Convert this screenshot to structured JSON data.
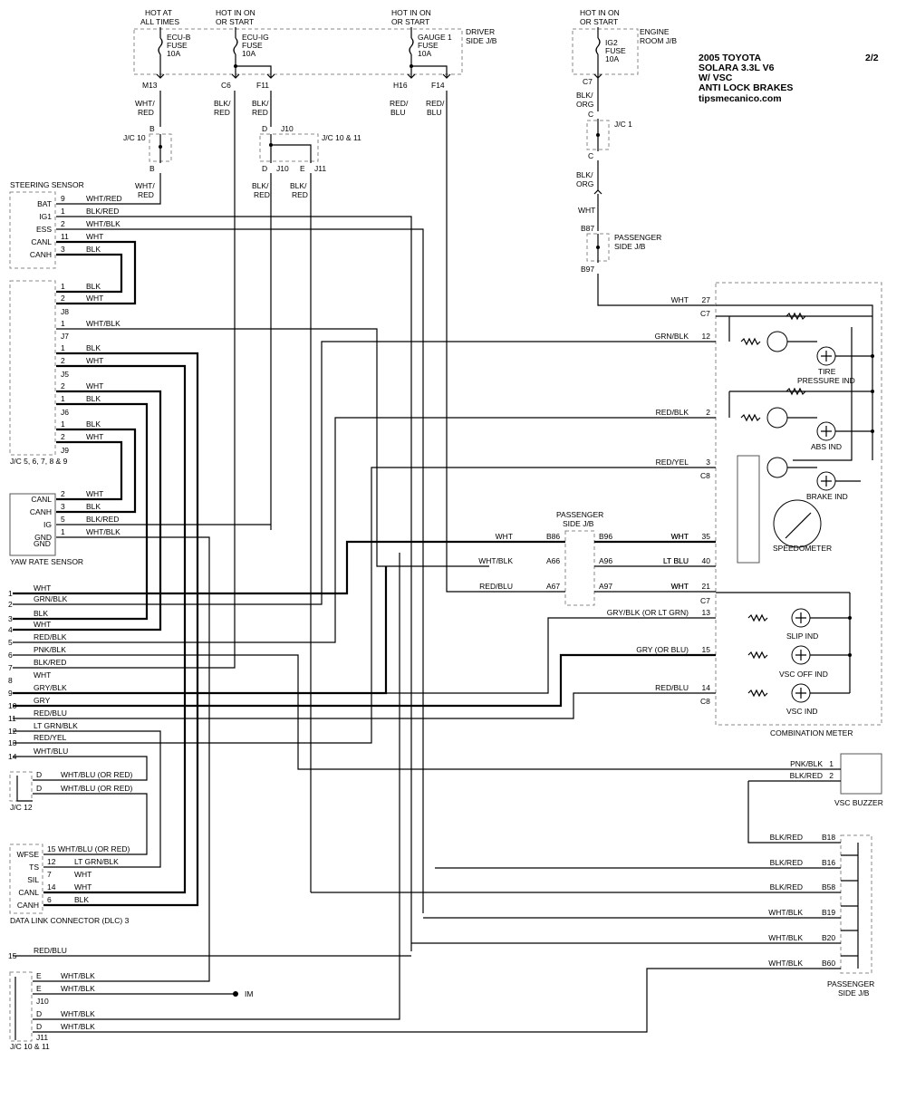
{
  "header": {
    "title_lines": [
      "2005 TOYOTA",
      "SOLARA  3.3L V6",
      "W/  VSC",
      "ANTI LOCK BRAKES",
      "tipsmecanico.com"
    ],
    "page": "2/2"
  },
  "power_sources": [
    {
      "hot": [
        "HOT AT",
        "ALL TIMES"
      ],
      "fuse": [
        "ECU-B",
        "FUSE",
        "10A"
      ],
      "pin": "M13",
      "wire": [
        "WHT/",
        "RED"
      ]
    },
    {
      "hot": [
        "HOT IN ON",
        "OR START"
      ],
      "fuse": [
        "ECU-IG",
        "FUSE",
        "10A"
      ],
      "pin": "C6",
      "wire": [
        "BLK/",
        "RED"
      ]
    },
    {
      "hot": [],
      "fuse": [],
      "pin": "F11",
      "wire": [
        "BLK/",
        "RED"
      ]
    },
    {
      "hot": [
        "HOT IN ON",
        "OR START"
      ],
      "fuse": [
        "GAUGE 1",
        "FUSE",
        "10A"
      ],
      "pin": "H16",
      "wire": [
        "RED/",
        "BLU"
      ]
    },
    {
      "hot": [],
      "fuse": [],
      "pin": "F14",
      "wire": [
        "RED/",
        "BLU"
      ]
    },
    {
      "hot": [
        "HOT IN ON",
        "OR START"
      ],
      "fuse": [
        "IG2",
        "FUSE",
        "10A"
      ],
      "pin": "C7",
      "wire": [
        "BLK/",
        "ORG"
      ]
    }
  ],
  "boxes": {
    "driver_jb": [
      "DRIVER",
      "SIDE J/B"
    ],
    "engine_jb": [
      "ENGINE",
      "ROOM J/B"
    ],
    "jc10": "J/C 10",
    "jc10_11": "J/C 10 & 11",
    "jc1": "J/C 1",
    "pass_jb_top": [
      "PASSENGER",
      "SIDE J/B"
    ],
    "pass_jb_mid": [
      "PASSENGER",
      "SIDE J/B"
    ],
    "pass_jb_bottom": [
      "PASSENGER",
      "SIDE J/B"
    ],
    "steering_sensor": "STEERING SENSOR",
    "jc5_9": "J/C 5, 6, 7, 8 & 9",
    "yaw_rate": "YAW RATE SENSOR",
    "jc12": "J/C 12",
    "dlc3": "DATA LINK CONNECTOR (DLC) 3",
    "jc10_11_bottom": "J/C 10 & 11",
    "combination_meter": "COMBINATION METER",
    "vsc_buzzer": "VSC BUZZER"
  },
  "misc_labels": {
    "blk_org": [
      "BLK/",
      "ORG"
    ],
    "wht": "WHT",
    "b87": "B87",
    "b97": "B97",
    "c": "C",
    "b": "B",
    "d": "D",
    "e": "E",
    "j10": "J10",
    "j11": "J11",
    "wht_red": [
      "WHT/",
      "RED"
    ],
    "blk_red": [
      "BLK/",
      "RED"
    ],
    "im": "IM"
  },
  "steering_sensor": {
    "pins": [
      {
        "name": "BAT",
        "pin": "9",
        "wire": "WHT/RED"
      },
      {
        "name": "IG1",
        "pin": "1",
        "wire": "BLK/RED"
      },
      {
        "name": "ESS",
        "pin": "2",
        "wire": "WHT/BLK"
      },
      {
        "name": "CANL",
        "pin": "11",
        "wire": "WHT"
      },
      {
        "name": "CANH",
        "pin": "3",
        "wire": "BLK"
      }
    ]
  },
  "jc_groups": [
    {
      "conn": "J8",
      "rows": [
        {
          "pin": "1",
          "wire": "BLK"
        },
        {
          "pin": "2",
          "wire": "WHT"
        }
      ]
    },
    {
      "conn": "J7",
      "rows": [
        {
          "pin": "1",
          "wire": "WHT/BLK"
        }
      ]
    },
    {
      "conn": "J5",
      "rows": [
        {
          "pin": "1",
          "wire": "BLK"
        },
        {
          "pin": "2",
          "wire": "WHT"
        }
      ]
    },
    {
      "conn": "J6",
      "rows": [
        {
          "pin": "2",
          "wire": "WHT"
        },
        {
          "pin": "1",
          "wire": "BLK"
        }
      ]
    },
    {
      "conn": "J9",
      "rows": [
        {
          "pin": "1",
          "wire": "BLK"
        },
        {
          "pin": "2",
          "wire": "WHT"
        }
      ]
    }
  ],
  "yaw_sensor": {
    "pins": [
      {
        "name": "CANL",
        "pin": "2",
        "wire": "WHT"
      },
      {
        "name": "CANH",
        "pin": "3",
        "wire": "BLK"
      },
      {
        "name": "IG",
        "pin": "5",
        "wire": "BLK/RED"
      },
      {
        "name": "GND",
        "pin": "1",
        "wire": "WHT/BLK"
      }
    ]
  },
  "abs_pins": [
    {
      "n": "1",
      "wire": "WHT"
    },
    {
      "n": "2",
      "wire": "GRN/BLK"
    },
    {
      "n": "3",
      "wire": "BLK"
    },
    {
      "n": "4",
      "wire": "WHT"
    },
    {
      "n": "5",
      "wire": "RED/BLK"
    },
    {
      "n": "6",
      "wire": "PNK/BLK"
    },
    {
      "n": "7",
      "wire": "BLK/RED"
    },
    {
      "n": "8",
      "wire": "WHT"
    },
    {
      "n": "9",
      "wire": "GRY/BLK"
    },
    {
      "n": "10",
      "wire": "GRY"
    },
    {
      "n": "11",
      "wire": "RED/BLU"
    },
    {
      "n": "12",
      "wire": "LT GRN/BLK"
    },
    {
      "n": "13",
      "wire": "RED/YEL"
    },
    {
      "n": "14",
      "wire": "WHT/BLU"
    },
    {
      "n": "15",
      "wire": "RED/BLU"
    }
  ],
  "jc12": {
    "rows": [
      {
        "pin": "D",
        "wire": "WHT/BLU (OR RED)"
      },
      {
        "pin": "D",
        "wire": "WHT/BLU (OR RED)"
      }
    ]
  },
  "dlc3": {
    "pins": [
      {
        "name": "WFSE",
        "pin": "15",
        "wire": "WHT/BLU (OR RED)"
      },
      {
        "name": "TS",
        "pin": "12",
        "wire": "LT GRN/BLK"
      },
      {
        "name": "SIL",
        "pin": "7",
        "wire": "WHT"
      },
      {
        "name": "CANL",
        "pin": "14",
        "wire": "WHT"
      },
      {
        "name": "CANH",
        "pin": "6",
        "wire": "BLK"
      }
    ]
  },
  "jc10_11_bottom": {
    "rows": [
      {
        "pin": "E",
        "wire": "WHT/BLK"
      },
      {
        "pin": "E",
        "wire": "WHT/BLK"
      },
      {
        "pin": "D",
        "wire": "WHT/BLK"
      },
      {
        "pin": "D",
        "wire": "WHT/BLK"
      }
    ],
    "conn_top": "J10",
    "conn_bottom": "J11"
  },
  "meter": {
    "c7_pins": [
      {
        "pin": "27",
        "wire": "WHT"
      },
      {
        "pin": "12",
        "wire": "GRN/BLK"
      },
      {
        "pin": "2",
        "wire": "RED/BLK"
      }
    ],
    "c8_pins": [
      {
        "pin": "3",
        "wire": "RED/YEL"
      },
      {
        "pin": "35",
        "wire": "WHT"
      },
      {
        "pin": "40",
        "wire": "LT BLU"
      },
      {
        "pin": "21",
        "wire": "WHT"
      },
      {
        "pin": "13",
        "wire": "GRY/BLK (OR LT GRN)"
      },
      {
        "pin": "15",
        "wire": "GRY (OR BLU)"
      },
      {
        "pin": "14",
        "wire": "RED/BLU"
      }
    ],
    "conn_c7": "C7",
    "conn_c8": "C8",
    "indicators": [
      "TIRE PRESSURE IND",
      "ABS IND",
      "BRAKE IND",
      "SPEEDOMETER",
      "SLIP IND",
      "VSC OFF IND",
      "VSC IND"
    ]
  },
  "pass_jb_mid_rows": [
    {
      "left_wire": "WHT",
      "left_pin": "B86",
      "right_pin": "B96",
      "right_wire": "WHT"
    },
    {
      "left_wire": "WHT/BLK",
      "left_pin": "A66",
      "right_pin": "A96",
      "right_wire": "LT BLU"
    },
    {
      "left_wire": "RED/BLU",
      "left_pin": "A67",
      "right_pin": "A97",
      "right_wire": "WHT"
    }
  ],
  "buzzer_pins": [
    {
      "pin": "1",
      "wire": "PNK/BLK"
    },
    {
      "pin": "2",
      "wire": "BLK/RED"
    }
  ],
  "pass_jb_bottom_rows": [
    {
      "wire": "BLK/RED",
      "pin": "B18"
    },
    {
      "wire": "BLK/RED",
      "pin": "B16"
    },
    {
      "wire": "BLK/RED",
      "pin": "B58"
    },
    {
      "wire": "WHT/BLK",
      "pin": "B19"
    },
    {
      "wire": "WHT/BLK",
      "pin": "B20"
    },
    {
      "wire": "WHT/BLK",
      "pin": "B60"
    }
  ]
}
